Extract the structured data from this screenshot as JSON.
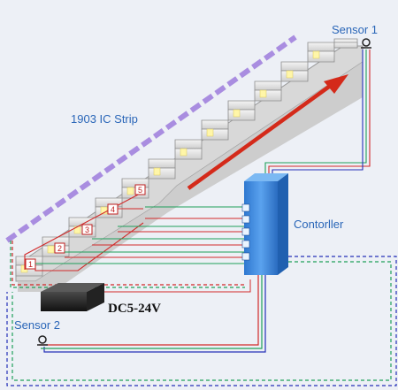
{
  "diagram": {
    "strip_label": "1903 IC Strip",
    "sensor1_label": "Sensor 1",
    "sensor2_label": "Sensor 2",
    "controller_label": "Contorller",
    "power_label": "DC5-24V",
    "step_numbers": [
      "1",
      "2",
      "3",
      "4",
      "5"
    ],
    "colors": {
      "strip": "#a98de0",
      "arrow": "#d42a1a",
      "controller": "#3a85d8",
      "wire_green": "#1fa05a",
      "wire_blue": "#2530b8",
      "wire_red": "#d22a2a"
    }
  }
}
